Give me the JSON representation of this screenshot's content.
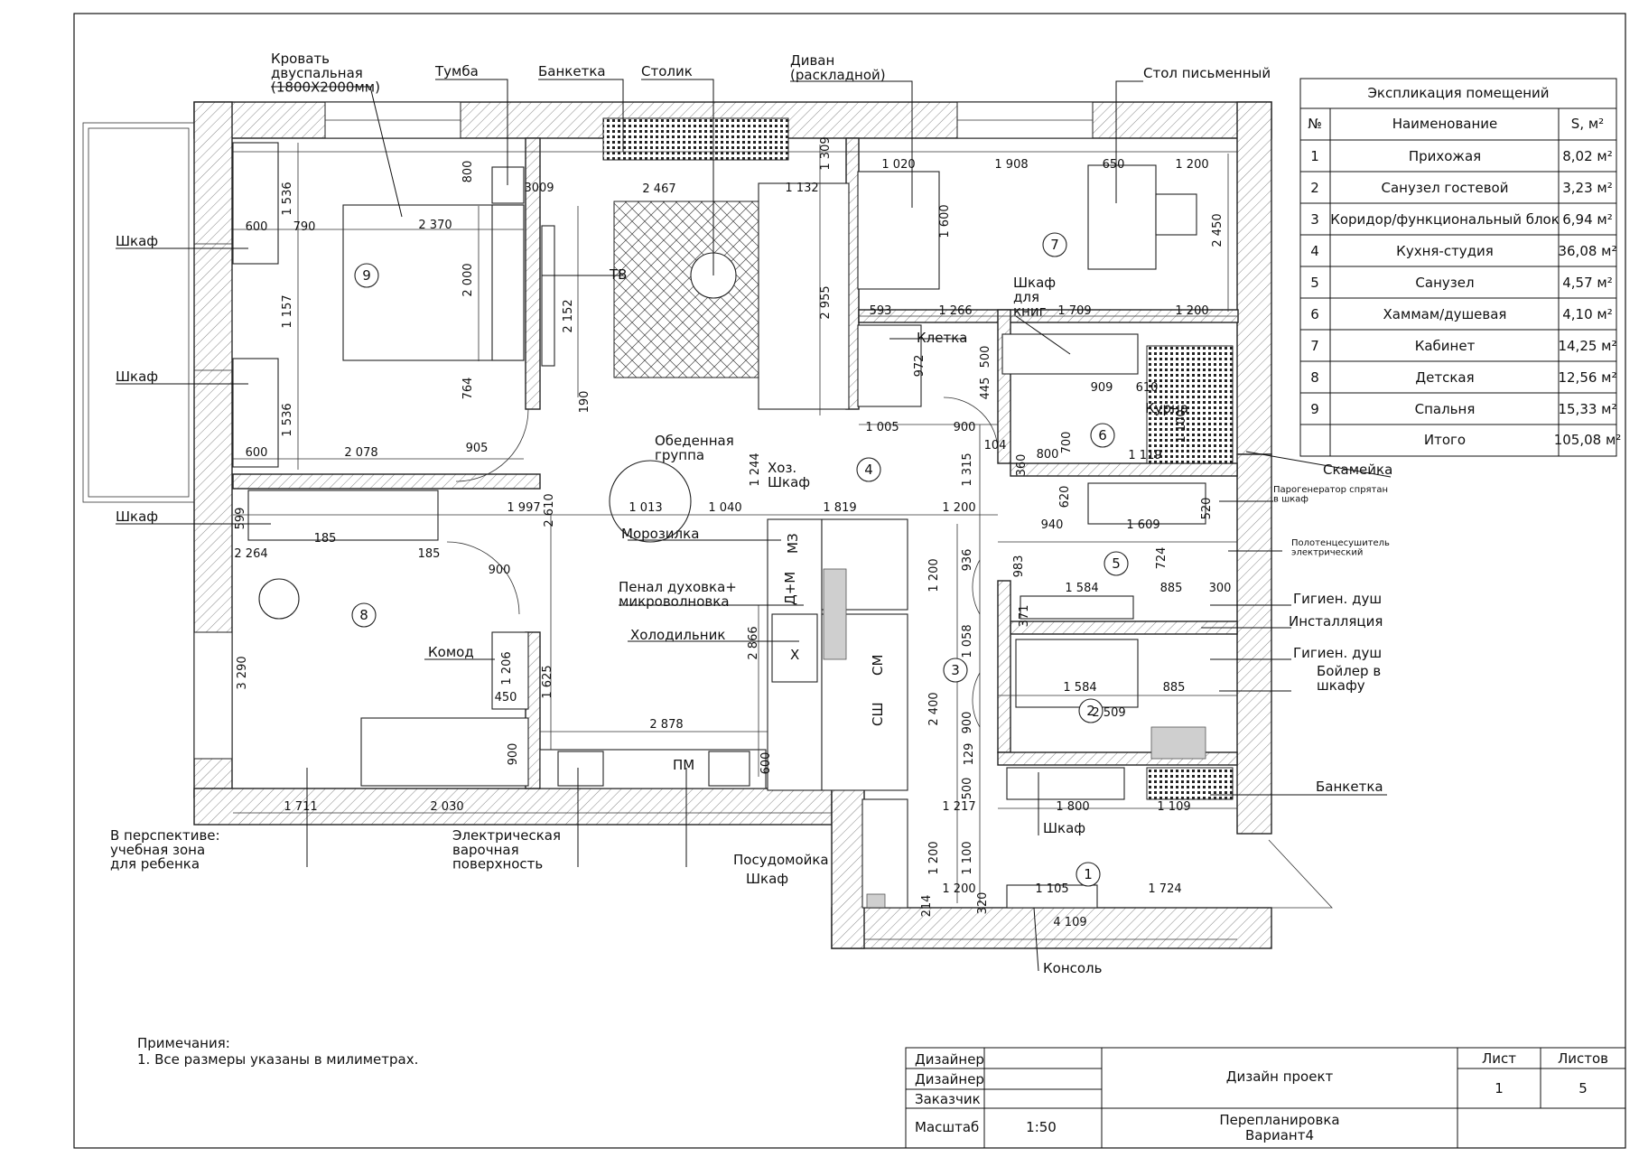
{
  "labels": {
    "bed": "Кровать\nдвуспальная\n(1800X2000мм)",
    "tumba": "Тумба",
    "banketka_top": "Банкетка",
    "stolik": "Столик",
    "divan": "Диван\n(раскладной)",
    "desk": "Стол письменный",
    "wardrobe1": "Шкаф",
    "wardrobe2": "Шкаф",
    "wardrobe3": "Шкаф",
    "tv": "ТВ",
    "bookshelf": "Шкаф\nдля\nкниг",
    "cage": "Клетка",
    "dining": "Обеденная\nгруппа",
    "utility": "Хоз.\nШкаф",
    "freezer": "Морозилка",
    "oven": "Пенал духовка+\nмикроволновка",
    "fridge": "Холодильник",
    "dresser": "Комод",
    "kurna": "Курна",
    "bench": "Скамейка",
    "steam_gen": "Парогенератор спрятан\nв шкаф",
    "towel": "Полотенцесушитель\nэлектрический",
    "hyg1": "Гигиен. душ",
    "install": "Инсталляция",
    "hyg2": "Гигиен. душ",
    "boiler": "Бойлер в\nшкафу",
    "banketka_bottom": "Банкетка",
    "wardrobe_hall": "Шкаф",
    "wardrobe_kitchen": "Шкаф",
    "dishwasher": "Посудомойка",
    "console": "Консоль",
    "hob": "Электрическая\nварочная\nповерхность",
    "study": "В перспективе:\nучебная зона\nдля ребенка",
    "mz": "МЗ",
    "dm": "Д+М",
    "x": "Х",
    "sm": "СМ",
    "sh": "СШ",
    "pm": "ПМ"
  },
  "room_numbers": [
    "1",
    "2",
    "3",
    "4",
    "5",
    "6",
    "7",
    "8",
    "9"
  ],
  "dimensions": [
    "1 536",
    "600",
    "790",
    "2 370",
    "1 157",
    "1 536",
    "600",
    "2 078",
    "2 000",
    "764",
    "800",
    "3009",
    "2 467",
    "2 152",
    "190",
    "1 132",
    "1 309",
    "1 020",
    "1 908",
    "650",
    "1 200",
    "1 600",
    "2 450",
    "2 955",
    "593",
    "1 266",
    "1 709",
    "1 200",
    "972",
    "445",
    "500",
    "1 005",
    "900",
    "104",
    "1 315",
    "360",
    "800",
    "909",
    "700",
    "610",
    "1 119",
    "1 100",
    "905",
    "1 244",
    "1 997",
    "2 610",
    "1 013",
    "1 040",
    "1 819",
    "1 200",
    "620",
    "940",
    "1 609",
    "520",
    "599",
    "2 264",
    "185",
    "185",
    "900",
    "2 866",
    "1 200",
    "936",
    "983",
    "724",
    "1 584",
    "885",
    "300",
    "3 290",
    "1 206",
    "1 625",
    "1 058",
    "450",
    "900",
    "2 878",
    "2 400",
    "1 584",
    "885",
    "900",
    "2 509",
    "129",
    "500",
    "1 711",
    "2 030",
    "1 217",
    "1 800",
    "1 109",
    "1 200",
    "1 100",
    "1 200",
    "320",
    "214",
    "1 105",
    "1 724",
    "4 109",
    "371",
    "600"
  ],
  "explication": {
    "title": "Экспликация помещений",
    "headers": [
      "№",
      "Наименование",
      "S, м²"
    ],
    "rows": [
      [
        "1",
        "Прихожая",
        "8,02 м²"
      ],
      [
        "2",
        "Санузел гостевой",
        "3,23 м²"
      ],
      [
        "3",
        "Коридор/функциональный блок",
        "6,94 м²"
      ],
      [
        "4",
        "Кухня-студия",
        "36,08 м²"
      ],
      [
        "5",
        "Санузел",
        "4,57 м²"
      ],
      [
        "6",
        "Хаммам/душевая",
        "4,10 м²"
      ],
      [
        "7",
        "Кабинет",
        "14,25 м²"
      ],
      [
        "8",
        "Детская",
        "12,56 м²"
      ],
      [
        "9",
        "Спальня",
        "15,33 м²"
      ]
    ],
    "total_label": "Итого",
    "total_value": "105,08 м²"
  },
  "notes": {
    "title": "Примечания:",
    "line1": "1. Все размеры указаны в милиметрах."
  },
  "title_block": {
    "designer1": "Дизайнер",
    "designer2": "Дизайнер",
    "customer": "Заказчик",
    "scale_label": "Масштаб",
    "scale_value": "1:50",
    "project": "Дизайн проект",
    "title_line1": "Перепланировка",
    "title_line2": "Вариант4",
    "sheet_label": "Лист",
    "sheets_label": "Листов",
    "sheet_value": "1",
    "sheets_value": "5"
  }
}
